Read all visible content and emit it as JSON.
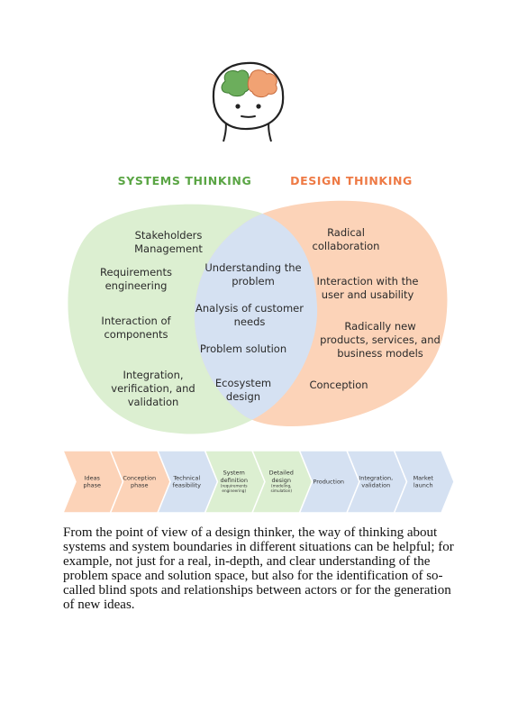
{
  "headings": {
    "systems": "SYSTEMS THINKING",
    "design": "DESIGN THINKING"
  },
  "colors": {
    "systems_green": "#5aa544",
    "design_orange": "#ee7a45",
    "green_fill": "#dcefd1",
    "orange_fill": "#fcd3b8",
    "overlap_fill": "#d5e1f2",
    "brain_green": "#6cae5c",
    "brain_orange": "#f1a273"
  },
  "venn": {
    "left": [
      [
        "Stakeholders",
        "Management"
      ],
      [
        "Requirements",
        "engineering"
      ],
      [
        "Interaction of",
        "components"
      ],
      [
        "Integration,",
        "verification, and",
        "validation"
      ]
    ],
    "center": [
      [
        "Understanding the",
        "problem"
      ],
      [
        "Analysis of customer",
        "needs"
      ],
      [
        "Problem solution"
      ],
      [
        "Ecosystem",
        "design"
      ]
    ],
    "right": [
      [
        "Radical",
        "collaboration"
      ],
      [
        "Interaction with the",
        "user and usability"
      ],
      [
        "Radically new",
        "products, services, and",
        "business models"
      ],
      [
        "Conception"
      ]
    ]
  },
  "phases": [
    {
      "label": [
        "Ideas",
        "phase"
      ],
      "sub": []
    },
    {
      "label": [
        "Conception",
        "phase"
      ],
      "sub": []
    },
    {
      "label": [
        "Technical",
        "feasibility"
      ],
      "sub": []
    },
    {
      "label": [
        "System",
        "definition"
      ],
      "sub": [
        "(requirements",
        "engineering)"
      ]
    },
    {
      "label": [
        "Detailed",
        "design"
      ],
      "sub": [
        "(modeling,",
        "simulation)"
      ]
    },
    {
      "label": [
        "Production"
      ],
      "sub": []
    },
    {
      "label": [
        "Integration,",
        "validation"
      ],
      "sub": []
    },
    {
      "label": [
        "Market",
        "launch"
      ],
      "sub": []
    }
  ],
  "caption": "From the point of view of a design thinker, the way of thinking about systems and system boundaries in different situations can be helpful; for example, not just for a real, in-depth, and clear understanding of the problem space and solution space, but also for the identification of so-called blind spots and relationships between actors or for the generation of new ideas."
}
